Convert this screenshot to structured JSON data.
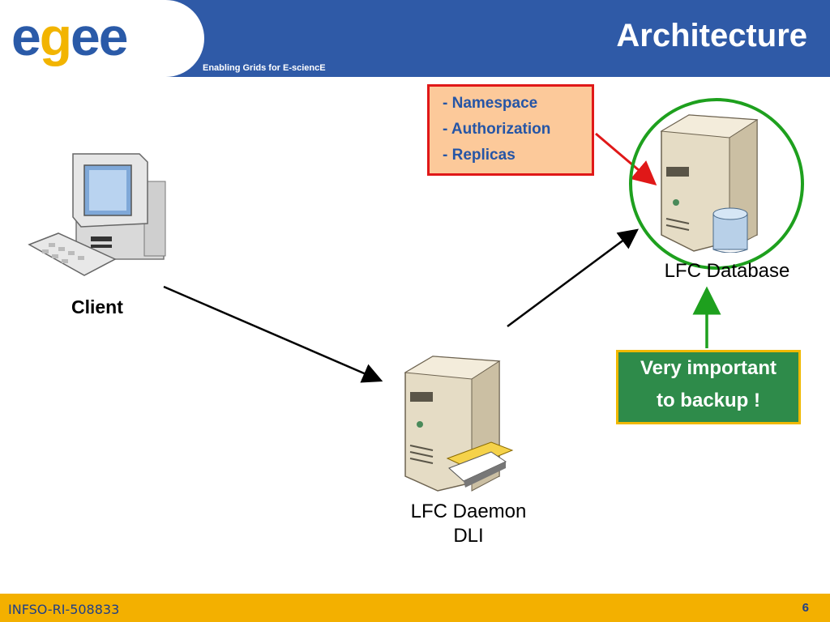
{
  "header": {
    "logo": "egee",
    "tagline": "Enabling Grids for E-sciencE",
    "title": "Architecture"
  },
  "diagram": {
    "client": {
      "label": "Client",
      "icon": "workstation-icon"
    },
    "daemon": {
      "label_line1": "LFC Daemon",
      "label_line2": "DLI",
      "icon": "server-icon"
    },
    "database": {
      "label": "LFC Database",
      "icon": "database-server-icon"
    },
    "info_box": {
      "items": [
        "- Namespace",
        "- Authorization",
        "- Replicas"
      ]
    },
    "note": {
      "line1": "Very important",
      "line2": "to backup !"
    }
  },
  "footer": {
    "left": "INFSO-RI-508833",
    "page": "6"
  },
  "colors": {
    "header_blue": "#2f5aa7",
    "footer_gold": "#f3b000",
    "info_red": "#e01818",
    "info_fill": "#fcc99a",
    "note_green": "#2e8b4a",
    "circle_green": "#1ea01e"
  }
}
